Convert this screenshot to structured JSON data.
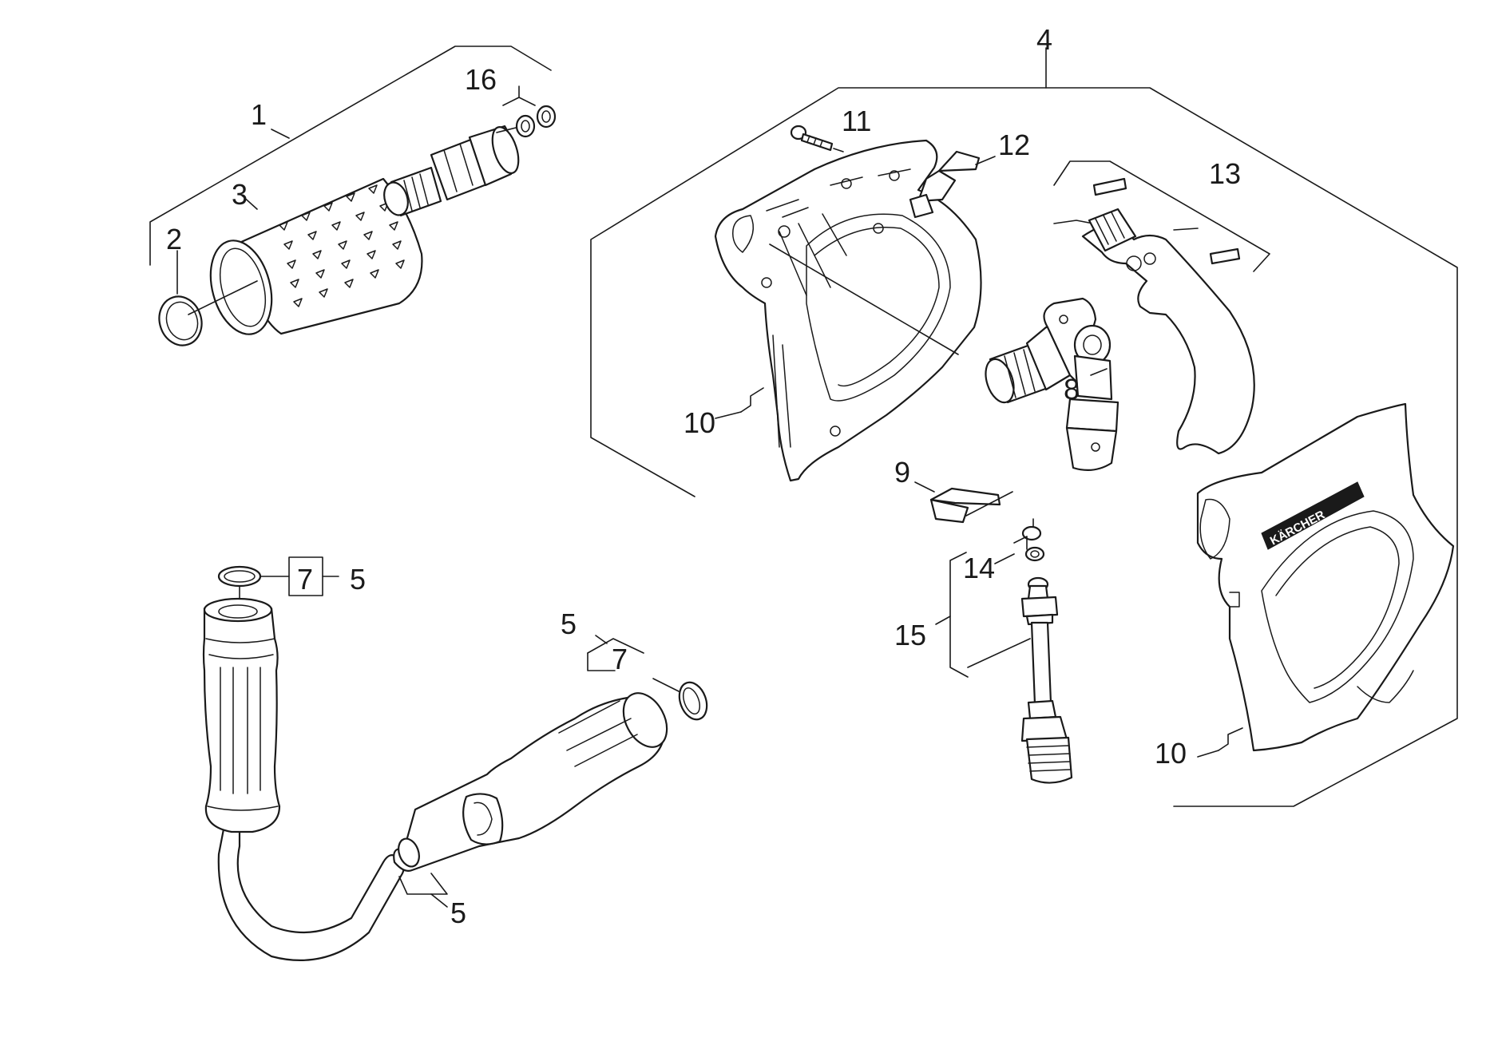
{
  "callouts": {
    "c1": "1",
    "c2": "2",
    "c3": "3",
    "c4": "4",
    "c5a": "5",
    "c5b": "5",
    "c5c": "5",
    "c7a": "7",
    "c7b": "7",
    "c8": "8",
    "c9": "9",
    "c10a": "10",
    "c10b": "10",
    "c11": "11",
    "c12": "12",
    "c13": "13",
    "c14": "14",
    "c15": "15",
    "c16": "16"
  },
  "logo_text": "KÄRCHER",
  "line_color": "#1a1a1a"
}
